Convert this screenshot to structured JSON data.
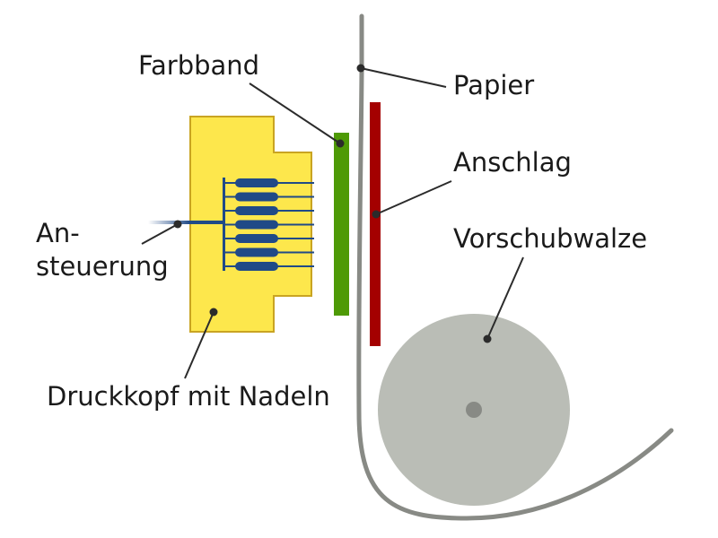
{
  "labels": {
    "ribbon": "Farbband",
    "paper": "Papier",
    "stop": "Anschlag",
    "feed_roller": "Vorschubwalze",
    "control_line1": "An-",
    "control_line2": "steuerung",
    "print_head": "Druckkopf mit Nadeln"
  },
  "colors": {
    "print_head_fill": "#fde74c",
    "print_head_stroke": "#c9a422",
    "ribbon": "#4e9a06",
    "stop": "#a40000",
    "paper": "#888a85",
    "roller": "#babdb6",
    "roller_axle": "#888a85",
    "needles": "#204a87",
    "leader": "#2b2b2b"
  },
  "needle_count": 7
}
